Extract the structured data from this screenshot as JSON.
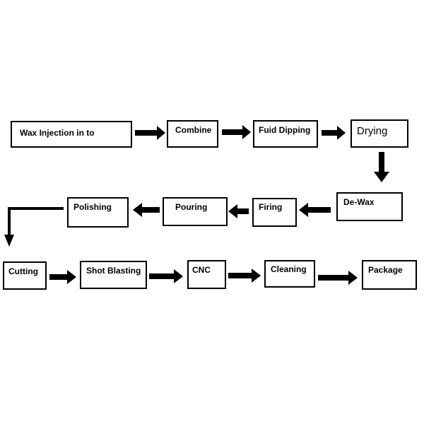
{
  "steps": [
    {
      "id": "wax-injection",
      "label": "Wax Injection in to"
    },
    {
      "id": "combine",
      "label": "Combine"
    },
    {
      "id": "fuid-dipping",
      "label": "Fuid Dipping"
    },
    {
      "id": "drying",
      "label": "Drying"
    },
    {
      "id": "de-wax",
      "label": "De-Wax"
    },
    {
      "id": "firing",
      "label": "Firing"
    },
    {
      "id": "pouring",
      "label": "Pouring"
    },
    {
      "id": "polishing",
      "label": "Polishing"
    },
    {
      "id": "cutting",
      "label": "Cutting"
    },
    {
      "id": "shot-blasting",
      "label": "Shot Blasting"
    },
    {
      "id": "cnc",
      "label": "CNC"
    },
    {
      "id": "cleaning",
      "label": "Cleaning"
    },
    {
      "id": "package",
      "label": "Package"
    }
  ],
  "flow": [
    {
      "from": "wax-injection",
      "to": "combine"
    },
    {
      "from": "combine",
      "to": "fuid-dipping"
    },
    {
      "from": "fuid-dipping",
      "to": "drying"
    },
    {
      "from": "drying",
      "to": "de-wax"
    },
    {
      "from": "de-wax",
      "to": "firing"
    },
    {
      "from": "firing",
      "to": "pouring"
    },
    {
      "from": "pouring",
      "to": "polishing"
    },
    {
      "from": "polishing",
      "to": "cutting"
    },
    {
      "from": "cutting",
      "to": "shot-blasting"
    },
    {
      "from": "shot-blasting",
      "to": "cnc"
    },
    {
      "from": "cnc",
      "to": "cleaning"
    },
    {
      "from": "cleaning",
      "to": "package"
    }
  ],
  "colors": {
    "stroke": "#000000",
    "background": "#ffffff"
  }
}
